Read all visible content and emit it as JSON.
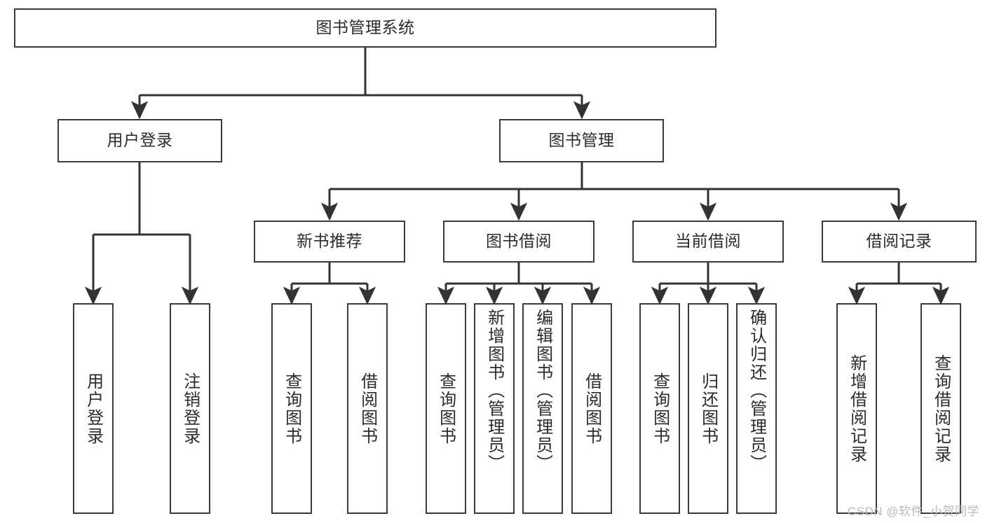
{
  "diagram": {
    "title": "图书管理系统",
    "type": "tree",
    "levels": 4,
    "nodes": {
      "root": {
        "label": "图书管理系统"
      },
      "level2": [
        {
          "id": "user-login",
          "label": "用户登录"
        },
        {
          "id": "book-management",
          "label": "图书管理"
        }
      ],
      "level3": [
        {
          "id": "new-book-recommend",
          "label": "新书推荐",
          "parent": "book-management"
        },
        {
          "id": "book-borrow",
          "label": "图书借阅",
          "parent": "book-management"
        },
        {
          "id": "current-borrow",
          "label": "当前借阅",
          "parent": "book-management"
        },
        {
          "id": "borrow-record",
          "label": "借阅记录",
          "parent": "book-management"
        }
      ],
      "leaves": {
        "user_login": [
          {
            "id": "leaf-user-login",
            "label": "用户登录"
          },
          {
            "id": "leaf-logout-login",
            "label": "注销登录"
          }
        ],
        "new_book_recommend": [
          {
            "id": "leaf-query-book-1",
            "label": "查询图书"
          },
          {
            "id": "leaf-borrow-book-1",
            "label": "借阅图书"
          }
        ],
        "book_borrow": [
          {
            "id": "leaf-query-book-2",
            "label": "查询图书"
          },
          {
            "id": "leaf-add-book",
            "label": "新增图书（管理员）"
          },
          {
            "id": "leaf-edit-book",
            "label": "编辑图书（管理员）"
          },
          {
            "id": "leaf-borrow-book-2",
            "label": "借阅图书"
          }
        ],
        "current_borrow": [
          {
            "id": "leaf-query-book-3",
            "label": "查询图书"
          },
          {
            "id": "leaf-return-book",
            "label": "归还图书"
          },
          {
            "id": "leaf-confirm-return",
            "label": "确认归还（管理员）"
          }
        ],
        "borrow_record": [
          {
            "id": "leaf-add-record",
            "label": "新增借阅记录"
          },
          {
            "id": "leaf-query-record",
            "label": "查询借阅记录"
          }
        ]
      }
    },
    "colors": {
      "border": "#3a3a3a",
      "background": "#ffffff",
      "text": "#2b2b2b",
      "edge": "#333333",
      "watermark": "#b9b9b9"
    }
  },
  "watermark": {
    "text": "CSDN @软件_小贺同学"
  }
}
